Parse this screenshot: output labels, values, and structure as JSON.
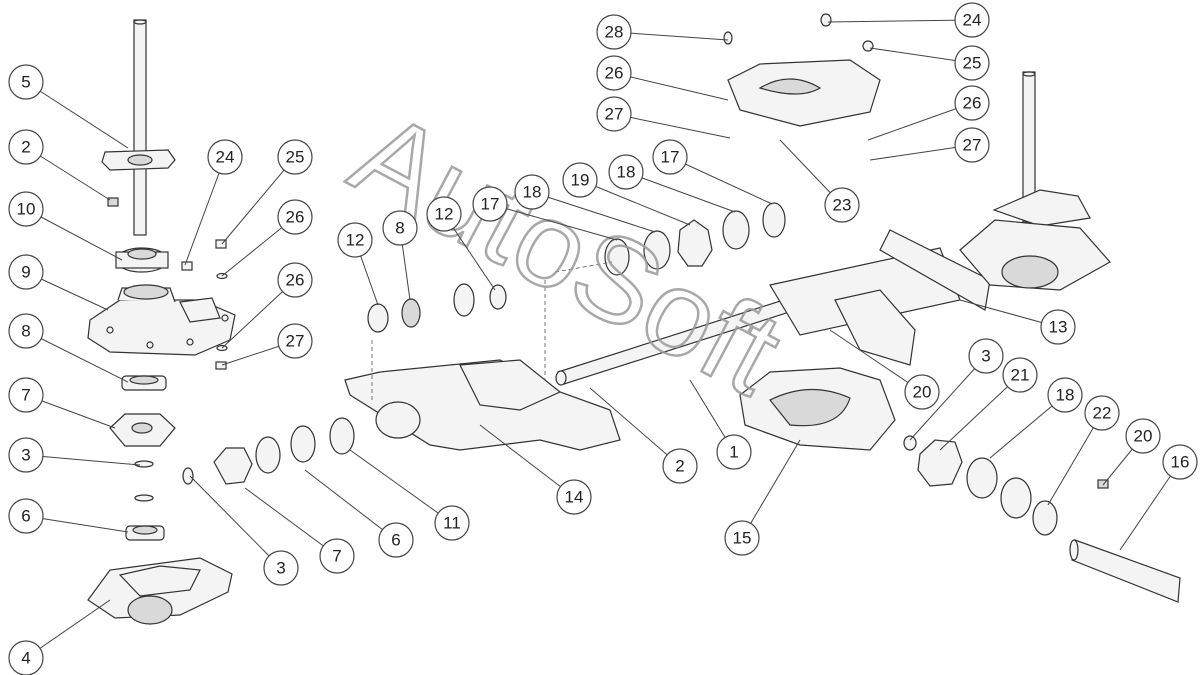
{
  "watermark": "AutoSoft",
  "callouts": [
    {
      "label": "5"
    },
    {
      "label": "2"
    },
    {
      "label": "10"
    },
    {
      "label": "9"
    },
    {
      "label": "8"
    },
    {
      "label": "7"
    },
    {
      "label": "3"
    },
    {
      "label": "6"
    },
    {
      "label": "4"
    },
    {
      "label": "24"
    },
    {
      "label": "25"
    },
    {
      "label": "26"
    },
    {
      "label": "26"
    },
    {
      "label": "27"
    },
    {
      "label": "12"
    },
    {
      "label": "8"
    },
    {
      "label": "12"
    },
    {
      "label": "17"
    },
    {
      "label": "18"
    },
    {
      "label": "19"
    },
    {
      "label": "18"
    },
    {
      "label": "17"
    },
    {
      "label": "28"
    },
    {
      "label": "26"
    },
    {
      "label": "27"
    },
    {
      "label": "24"
    },
    {
      "label": "25"
    },
    {
      "label": "26"
    },
    {
      "label": "27"
    },
    {
      "label": "23"
    },
    {
      "label": "13"
    },
    {
      "label": "20"
    },
    {
      "label": "1"
    },
    {
      "label": "2"
    },
    {
      "label": "14"
    },
    {
      "label": "11"
    },
    {
      "label": "6"
    },
    {
      "label": "7"
    },
    {
      "label": "3"
    },
    {
      "label": "15"
    },
    {
      "label": "3"
    },
    {
      "label": "21"
    },
    {
      "label": "18"
    },
    {
      "label": "22"
    },
    {
      "label": "20"
    },
    {
      "label": "16"
    }
  ]
}
